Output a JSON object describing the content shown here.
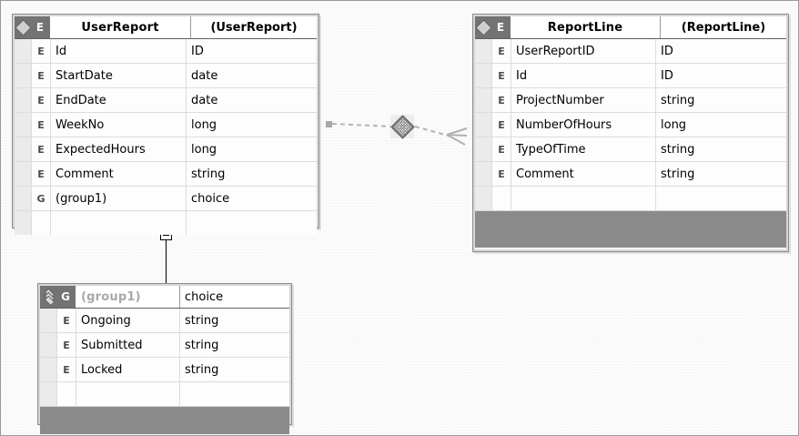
{
  "canvas": {
    "background_color": "#fbfbfb",
    "border_color": "#9a9a9a"
  },
  "theme": {
    "header_bg": "#737373",
    "footer_bg": "#8a8a8a",
    "row_bg": "#fdfdfd",
    "gutter_bg": "#ebebeb",
    "grid_line": "#dcdcdc",
    "text": "#000000",
    "muted_text": "#a8a8a8"
  },
  "entities": [
    {
      "id": "user-report",
      "header": {
        "icon": "diamond-icon",
        "kind": "E",
        "name": "UserReport",
        "type": "(UserReport)"
      },
      "rows": [
        {
          "kind": "E",
          "name": "Id",
          "type": "ID"
        },
        {
          "kind": "E",
          "name": "StartDate",
          "type": "date"
        },
        {
          "kind": "E",
          "name": "EndDate",
          "type": "date"
        },
        {
          "kind": "E",
          "name": "WeekNo",
          "type": "long"
        },
        {
          "kind": "E",
          "name": "ExpectedHours",
          "type": "long"
        },
        {
          "kind": "E",
          "name": "Comment",
          "type": "string"
        },
        {
          "kind": "G",
          "name": "(group1)",
          "type": "choice"
        },
        {
          "kind": "",
          "name": "",
          "type": ""
        }
      ],
      "has_footer": false
    },
    {
      "id": "report-line",
      "header": {
        "icon": "diamond-icon",
        "kind": "E",
        "name": "ReportLine",
        "type": "(ReportLine)"
      },
      "rows": [
        {
          "kind": "E",
          "name": "UserReportID",
          "type": "ID"
        },
        {
          "kind": "E",
          "name": "Id",
          "type": "ID"
        },
        {
          "kind": "E",
          "name": "ProjectNumber",
          "type": "string"
        },
        {
          "kind": "E",
          "name": "NumberOfHours",
          "type": "long"
        },
        {
          "kind": "E",
          "name": "TypeOfTime",
          "type": "string"
        },
        {
          "kind": "E",
          "name": "Comment",
          "type": "string"
        },
        {
          "kind": "",
          "name": "",
          "type": ""
        }
      ],
      "has_footer": true
    },
    {
      "id": "group1",
      "header": {
        "icon": "choice-stack-icon",
        "kind": "G",
        "name": "(group1)",
        "type": "choice",
        "name_muted": true
      },
      "rows": [
        {
          "kind": "E",
          "name": "Ongoing",
          "type": "string"
        },
        {
          "kind": "E",
          "name": "Submitted",
          "type": "string"
        },
        {
          "kind": "E",
          "name": "Locked",
          "type": "string"
        },
        {
          "kind": "",
          "name": "",
          "type": ""
        }
      ],
      "has_footer": true
    }
  ],
  "relationship": {
    "from": "UserReport",
    "to": "ReportLine",
    "style": "dashed",
    "source_marker": "square-dot",
    "target_marker": "crowsfoot",
    "handle": "diamond-grip-handle",
    "color": "#a0a0a0"
  },
  "collapse_control": {
    "icon": "minus-box-icon",
    "state": "expanded",
    "target": "group1"
  }
}
